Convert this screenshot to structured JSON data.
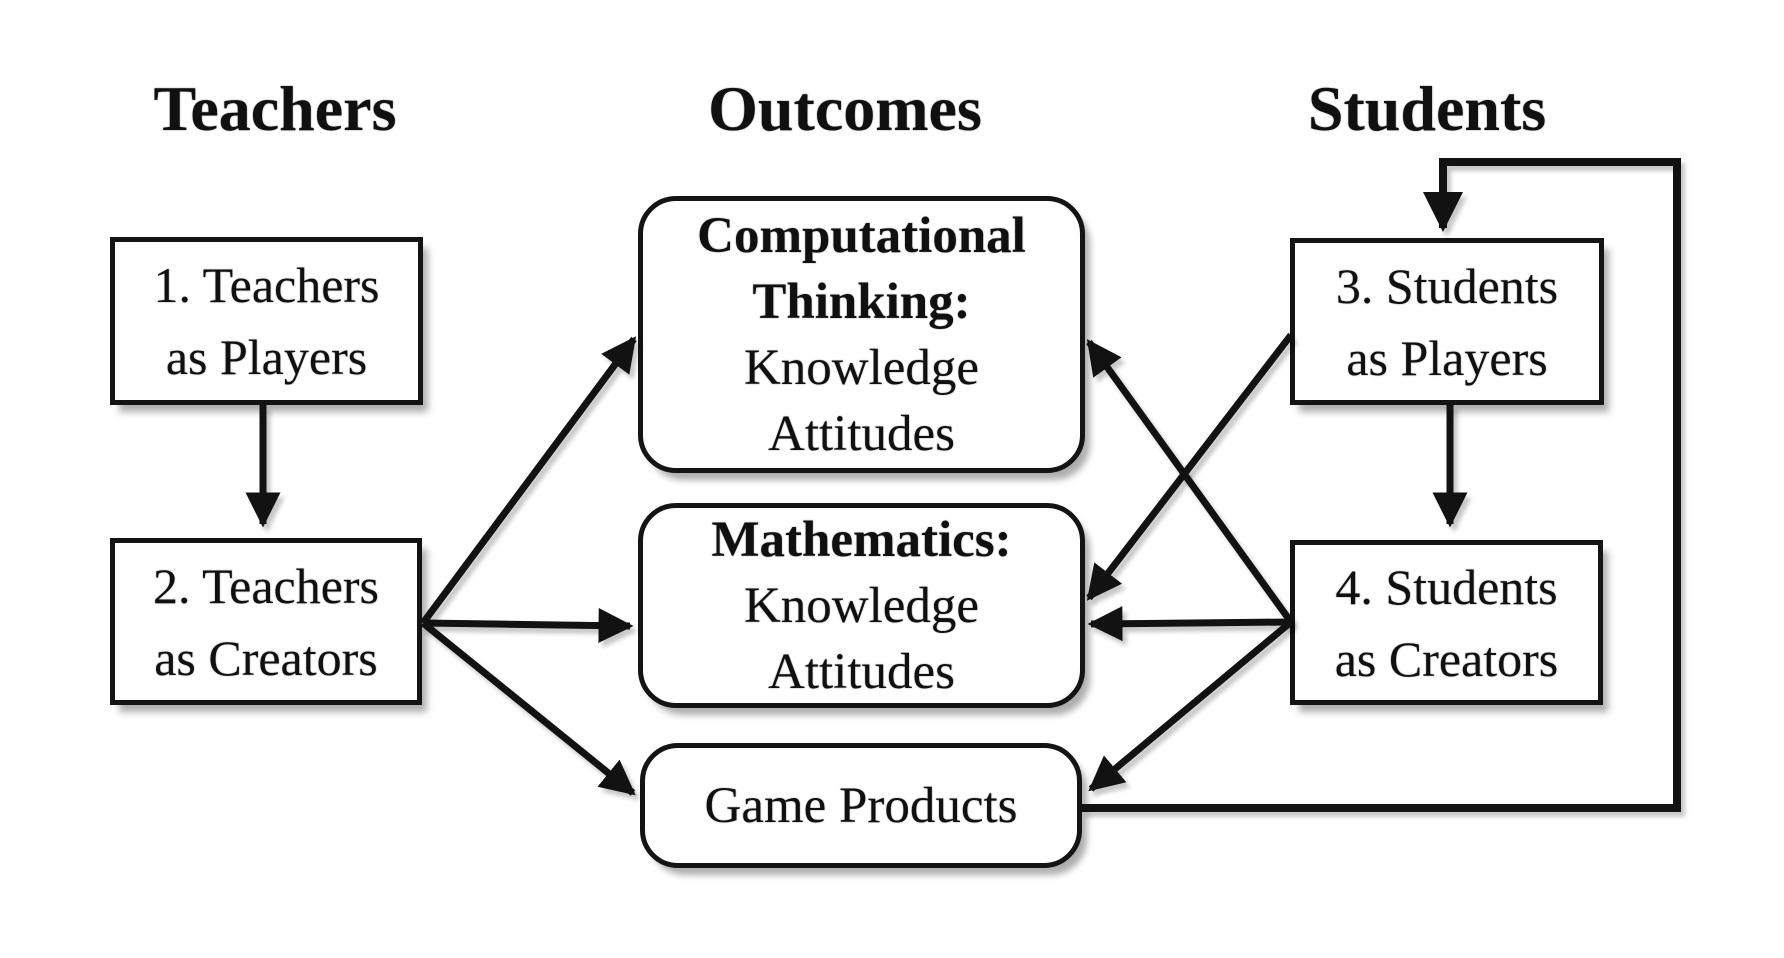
{
  "headers": {
    "left": "Teachers",
    "center": "Outcomes",
    "right": "Students"
  },
  "boxes": {
    "teachers_players": {
      "line1": "1. Teachers",
      "line2": "as Players"
    },
    "teachers_creators": {
      "line1": "2. Teachers",
      "line2": "as Creators"
    },
    "students_players": {
      "line1": "3. Students",
      "line2": "as Players"
    },
    "students_creators": {
      "line1": "4. Students",
      "line2": "as Creators"
    },
    "computational_thinking": {
      "title_line1": "Computational",
      "title_line2": "Thinking:",
      "body_line1": "Knowledge",
      "body_line2": "Attitudes"
    },
    "mathematics": {
      "title": "Mathematics:",
      "body_line1": "Knowledge",
      "body_line2": "Attitudes"
    },
    "game_products": {
      "label": "Game Products"
    }
  },
  "edges": [
    {
      "from": "teachers-players",
      "to": "teachers-creators",
      "style": "straight-down"
    },
    {
      "from": "teachers-creators",
      "to": "computational-thinking",
      "style": "diagonal-up"
    },
    {
      "from": "teachers-creators",
      "to": "mathematics",
      "style": "horizontal"
    },
    {
      "from": "teachers-creators",
      "to": "game-products",
      "style": "diagonal-down"
    },
    {
      "from": "students-players",
      "to": "students-creators",
      "style": "straight-down"
    },
    {
      "from": "students-players",
      "to": "mathematics",
      "style": "diagonal-down"
    },
    {
      "from": "students-creators",
      "to": "computational-thinking",
      "style": "diagonal-up"
    },
    {
      "from": "students-creators",
      "to": "mathematics",
      "style": "horizontal"
    },
    {
      "from": "students-creators",
      "to": "game-products",
      "style": "diagonal-down"
    },
    {
      "from": "game-products",
      "to": "students-players",
      "style": "right-side-loop"
    }
  ],
  "colors": {
    "ink": "#121212",
    "background": "#ffffff"
  }
}
